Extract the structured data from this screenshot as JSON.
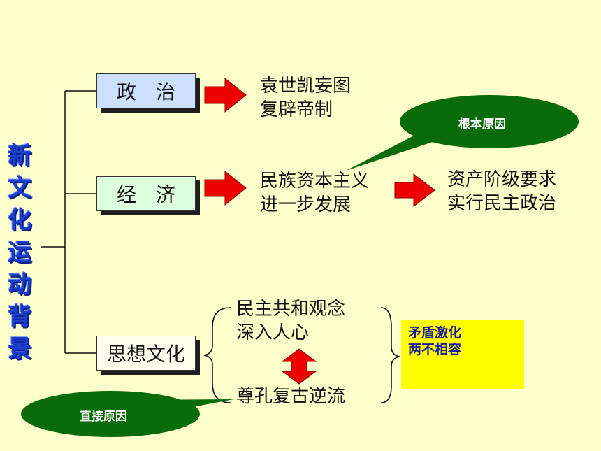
{
  "title_chars": [
    "新",
    "文",
    "化",
    "运",
    "动",
    "背",
    "景"
  ],
  "categories": {
    "politics": "政　治",
    "economy": "经　济",
    "culture": "思想文化"
  },
  "politics_result": [
    "袁世凯妄图",
    "复辟帝制"
  ],
  "economy_result": [
    "民族资本主义",
    "进一步发展"
  ],
  "economy_demand": [
    "资产阶级要求",
    "实行民主政治"
  ],
  "culture_top": [
    "民主共和观念",
    "深入人心"
  ],
  "culture_bottom": "尊孔复古逆流",
  "callouts": {
    "root_cause": "根本原因",
    "direct_cause": "直接原因"
  },
  "conflict": [
    "矛盾激化",
    "两不相容"
  ],
  "colors": {
    "background": "#ffffcc",
    "politics_box": "#cce0ff",
    "economy_box": "#ddffdd",
    "culture_box": "#ffffee",
    "arrow": "#ee0000",
    "callout": "#0a6b0a",
    "conflict_box": "#ffff00",
    "title": "#1a3fd0"
  }
}
